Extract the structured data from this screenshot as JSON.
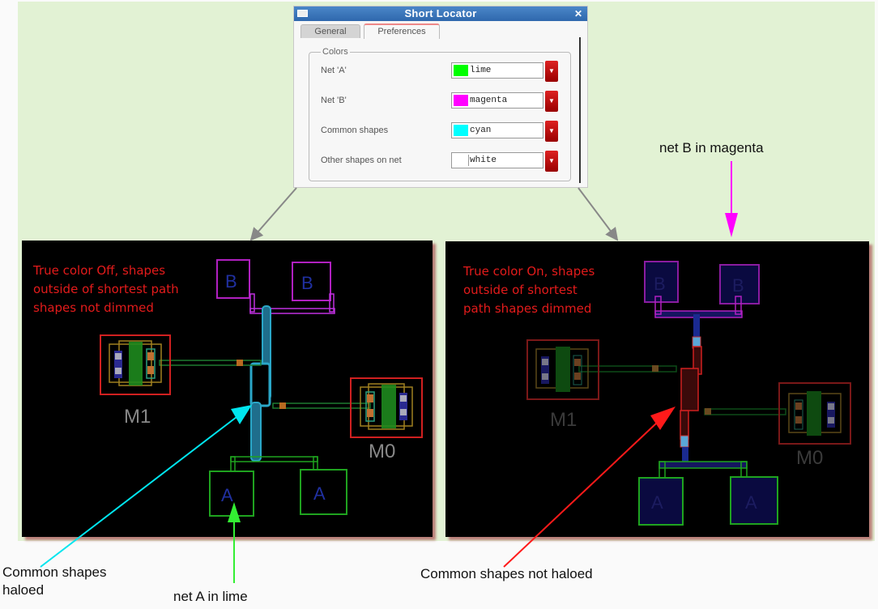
{
  "dialog": {
    "title": "Short Locator",
    "tabs": [
      {
        "label": "General",
        "active": false
      },
      {
        "label": "Preferences",
        "active": true
      }
    ],
    "group_label": "Colors",
    "rows": [
      {
        "label": "Net 'A'",
        "value": "lime",
        "swatch": "#00ff00"
      },
      {
        "label": "Net 'B'",
        "value": "magenta",
        "swatch": "#ff00ff"
      },
      {
        "label": "Common shapes",
        "value": "cyan",
        "swatch": "#00ffff"
      },
      {
        "label": "Other shapes on net",
        "value": "white",
        "swatch": "#ffffff"
      }
    ]
  },
  "left_panel": {
    "note": "True color Off, shapes\noutside of shortest path\nshapes not dimmed",
    "instance_labels": [
      "M1",
      "M0"
    ],
    "pin_labels": [
      "B",
      "B",
      "A",
      "A"
    ]
  },
  "right_panel": {
    "note": "True color On, shapes\noutside of shortest\npath shapes dimmed",
    "instance_labels": [
      "M1",
      "M0"
    ],
    "pin_labels": [
      "B",
      "B",
      "A",
      "A"
    ]
  },
  "annotations": {
    "net_b": "net B in magenta",
    "net_a": "net A in lime",
    "common_haloed": "Common shapes\nhaloed",
    "common_not_haloed": "Common shapes not haloed"
  },
  "colors": {
    "net_a": "#00ff00",
    "net_b": "#ff00ff",
    "common": "#00ffff",
    "note": "#e31b1b"
  }
}
